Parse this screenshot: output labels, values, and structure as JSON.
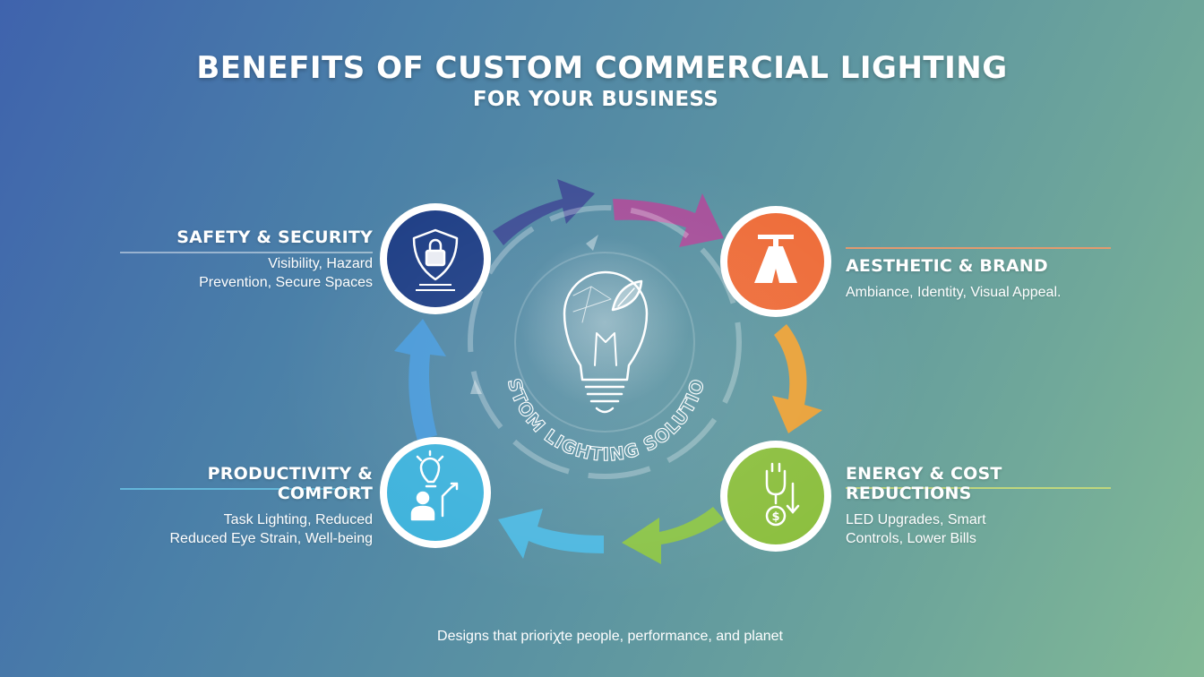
{
  "header": {
    "title": "BENEFITS OF CUSTOM COMMERCIAL LIGHTING",
    "subtitle": "FOR YOUR BUSINESS"
  },
  "center": {
    "label": "CUSTOM LIGHTING SOLUTIONS",
    "icon": "lightbulb-leaf-icon"
  },
  "benefits": {
    "safety": {
      "title": "SAFETY & SECURITY",
      "description": "Visibility, Hazard\nPrevention, Secure Spaces",
      "icon": "shield-lock-icon",
      "color": "#1f3f86"
    },
    "aesthetic": {
      "title": "AESTHETIC & BRAND",
      "description": "Ambiance, Identity, Visual Appeal.",
      "icon": "pendant-lamp-icon",
      "color": "#ee6d3a"
    },
    "energy": {
      "title": "ENERGY & COST REDUCTIONS",
      "description": "LED Upgrades, Smart\nControls, Lower Bills",
      "icon": "plug-dollar-icon",
      "color": "#8cbf3f"
    },
    "productivity": {
      "title": "PRODUCTIVITY & COMFORT",
      "description": "Task Lighting, Reduced\nReduced Eye Strain, Well-being",
      "icon": "person-bulb-icon",
      "color": "#3fb3dc"
    }
  },
  "arrow_colors": [
    "#3f4f96",
    "#a6509a",
    "#e9a23a",
    "#8cc44a",
    "#4fb8e0",
    "#4a9ad8"
  ],
  "footer": {
    "tagline": "Designs that prioriꭓte people, performance, and planet"
  }
}
